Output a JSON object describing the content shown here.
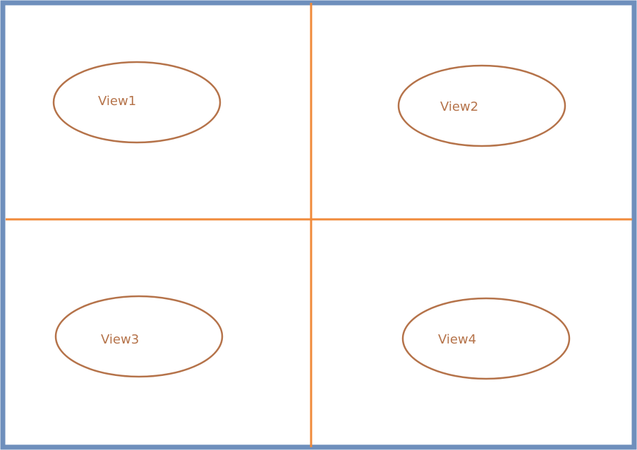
{
  "colors": {
    "frame": "#6e8fbc",
    "divider": "#f08a3a",
    "ellipse": "#b5734a",
    "label": "#b5734a",
    "background": "#ffffff"
  },
  "views": [
    {
      "label": "View1"
    },
    {
      "label": "View2"
    },
    {
      "label": "View3"
    },
    {
      "label": "View4"
    }
  ]
}
